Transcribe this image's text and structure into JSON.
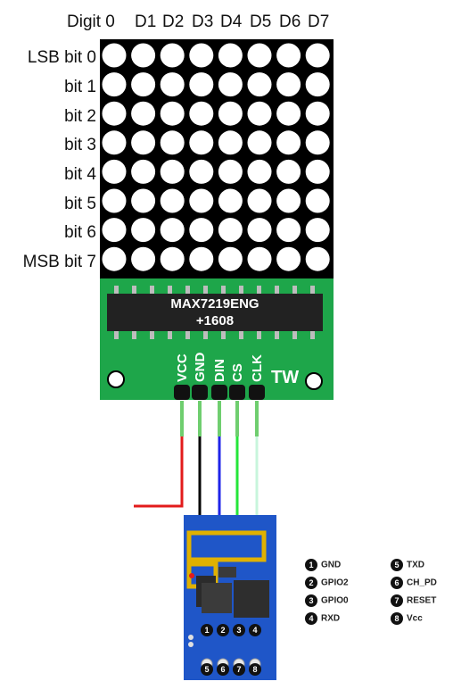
{
  "column_labels": [
    "Digit 0",
    "D1",
    "D2",
    "D3",
    "D4",
    "D5",
    "D6",
    "D7"
  ],
  "row_labels": [
    "LSB bit 0",
    "bit 1",
    "bit 2",
    "bit 3",
    "bit 4",
    "bit 5",
    "bit 6",
    "MSB bit 7"
  ],
  "chip": {
    "line1": "MAX7219ENG",
    "line2": "+1608"
  },
  "board_pins": [
    "VCC",
    "GND",
    "DIN",
    "CS",
    "CLK"
  ],
  "board_mark": "TW",
  "esp_pinout": [
    {
      "num": "1",
      "name": "GND"
    },
    {
      "num": "2",
      "name": "GPIO2"
    },
    {
      "num": "3",
      "name": "GPIO0"
    },
    {
      "num": "4",
      "name": "RXD"
    },
    {
      "num": "5",
      "name": "TXD"
    },
    {
      "num": "6",
      "name": "CH_PD"
    },
    {
      "num": "7",
      "name": "RESET"
    },
    {
      "num": "8",
      "name": "Vcc"
    }
  ],
  "colors": {
    "matrix_bg": "#000000",
    "led": "#ffffff",
    "pcb": "#1ea64a",
    "chip": "#222222",
    "wire_red": "#e21b1b",
    "wire_black": "#000000",
    "wire_blue": "#1f24e8",
    "wire_green": "#24e63a",
    "wire_mint": "#c8f5dc",
    "esp_board": "#1f56c8"
  }
}
